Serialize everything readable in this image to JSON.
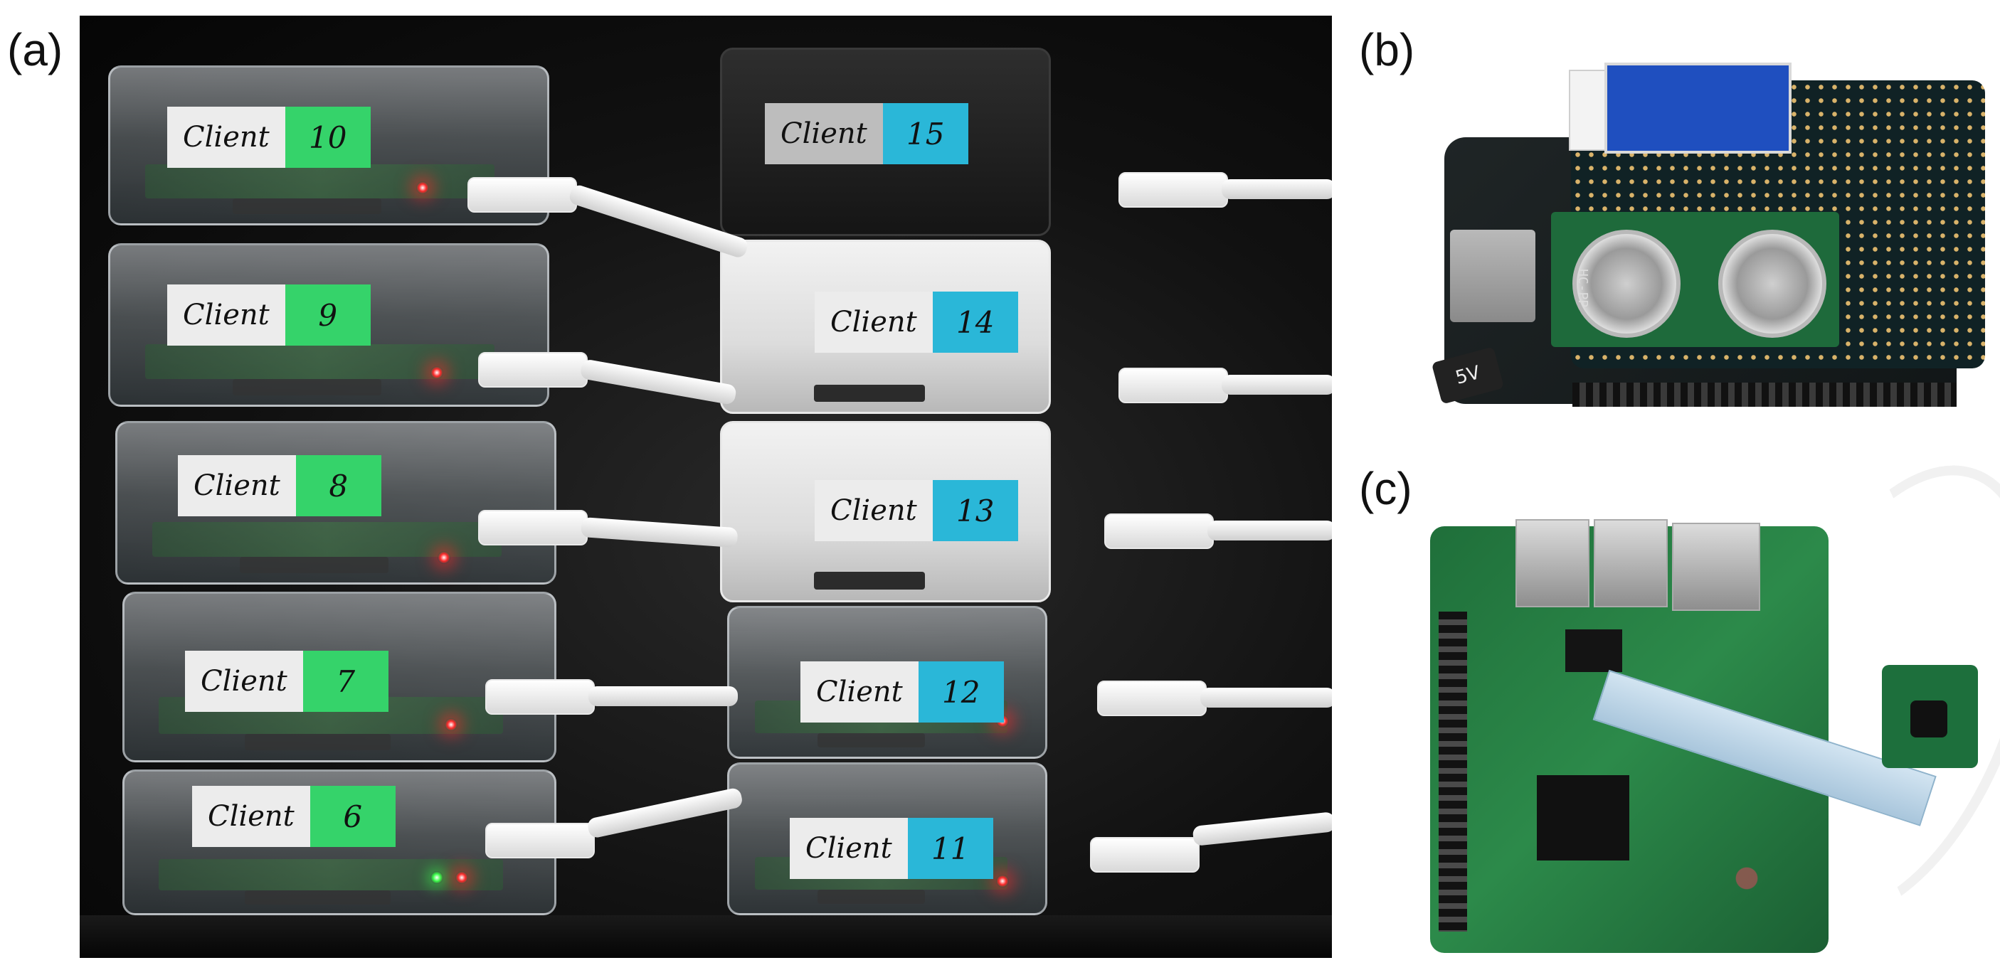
{
  "panels": {
    "a": {
      "label": "(a)"
    },
    "b": {
      "label": "(b)"
    },
    "c": {
      "label": "(c)"
    }
  },
  "clients": {
    "word": "Client",
    "left_column": [
      "10",
      "9",
      "8",
      "7",
      "6"
    ],
    "right_column": [
      "15",
      "14",
      "13",
      "12",
      "11"
    ]
  },
  "board_b": {
    "voltage_label": "5V",
    "module_text": "HC-PP"
  },
  "colors": {
    "tag_green": "#35d36a",
    "tag_blue": "#2ab7d8",
    "led_red": "#ff2a2a"
  }
}
